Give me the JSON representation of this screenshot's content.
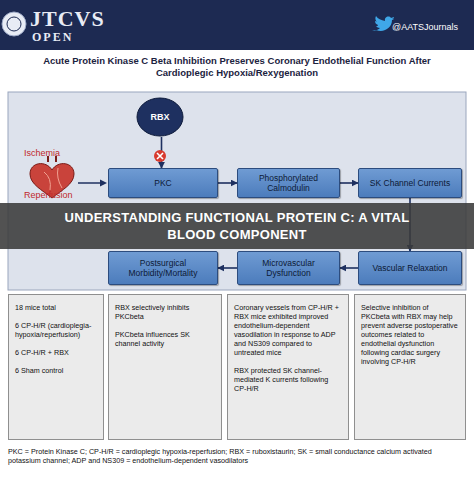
{
  "diagram": {
    "title": "Acute Protein Kinase C Beta Inhibition Preserves Coronary Endothelial Function After Cardioplegic Hypoxia/Rexygenation",
    "nodes": [
      {
        "text": [
          "RBX"
        ]
      },
      {
        "text": [
          "PKC"
        ]
      },
      {
        "text": [
          "Phosphorylated Calmodulin"
        ]
      },
      {
        "text": [
          "SK Channel Currents"
        ]
      },
      {
        "text": [
          "Vascular Relaxation"
        ]
      },
      {
        "text": [
          "Microvascular Dysfunction"
        ]
      },
      {
        "text": [
          "Postsurgical Morbidity/Mortality"
        ]
      },
      {
        "text": [
          "UNDERSTANDING FUNCTIONAL PROTEIN C: A VITAL BLOOD COMPONENT"
        ]
      },
      {
        "text": [
          "18 mice total",
          "6 CP-H/R (cardioplegia-hypoxia/reperfusion)",
          "6 CP-H/R + RBX",
          "6 Sham control"
        ]
      },
      {
        "text": [
          "RBX selectively inhibits PKCbeta",
          "PKCbeta influences SK channel activity"
        ]
      },
      {
        "text": [
          "Coronary vessels from CP-H/R + RBX mice exhibited improved endothelium-dependent vasodilation in response to ADP and NS309 compared to untreated mice",
          "RBX protected SK channel-mediated K currents following CP-H/R"
        ]
      },
      {
        "text": [
          "Selective inhibition of PKCbeta with RBX may help prevent adverse postoperative outcomes related to endothelial dysfunction following cardiac surgery involving CP-H/R"
        ]
      }
    ],
    "edges": [
      {
        "from": 0,
        "to": 1,
        "arrow": "to"
      },
      {
        "from": 1,
        "to": 2,
        "arrow": "to"
      },
      {
        "from": 2,
        "to": 3,
        "arrow": "to"
      },
      {
        "from": 3,
        "to": 4,
        "arrow": "to"
      },
      {
        "from": 4,
        "to": 5,
        "arrow": "to"
      },
      {
        "from": 5,
        "to": 6,
        "arrow": "to"
      }
    ],
    "labels": [
      "JTCVS",
      "OPEN",
      "@AATSJournals",
      "Ischemia",
      "Reperfusion",
      "PKC = Protein Kinase C; CP-H/R = cardioplegic hypoxia-reperfusion; RBX = ruboxistaurin; SK = small conductance calcium activated potassium channel; ADP and NS309 = endothelium-dependent vasodilators"
    ]
  }
}
